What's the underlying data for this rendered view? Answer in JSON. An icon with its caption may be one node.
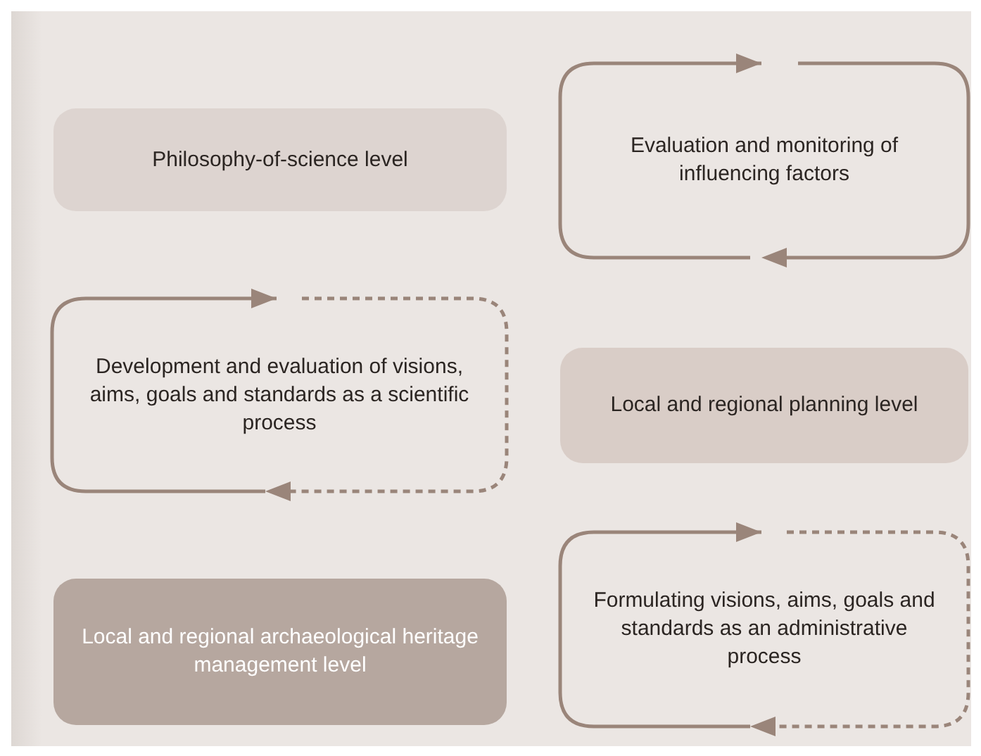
{
  "diagram": {
    "nodes": [
      {
        "text": [
          "Philosophy-of-science level"
        ]
      },
      {
        "text": [
          "Evaluation and monitoring of influencing factors"
        ]
      },
      {
        "text": [
          "Development and evaluation of visions, aims, goals and standards as a scientific process"
        ]
      },
      {
        "text": [
          "Local and regional planning level"
        ]
      },
      {
        "text": [
          "Local and regional archaeological heritage management level"
        ]
      },
      {
        "text": [
          "Formulating visions, aims, goals and standards as an administrative process"
        ]
      }
    ]
  }
}
